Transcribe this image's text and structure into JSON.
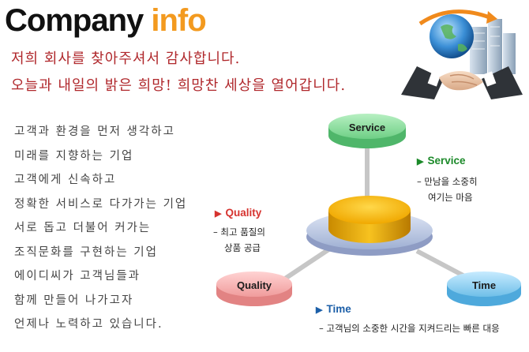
{
  "title": {
    "part1": "Company",
    "part2": "info"
  },
  "greeting": [
    "저희 회사를 찾아주셔서 감사합니다.",
    "오늘과 내일의 밝은 희망! 희망찬 세상을 열어갑니다."
  ],
  "values": [
    "고객과 환경을 먼저 생각하고",
    "미래를 지향하는 기업",
    "고객에게 신속하고",
    "정확한 서비스로 다가가는 기업",
    "서로 돕고 더불어 커가는",
    "조직문화를 구현하는 기업",
    "에이디씨가 고객님들과",
    "함께 만들어 나가고자",
    "언제나 노력하고 있습니다."
  ],
  "diagram": {
    "nodes": {
      "service": "Service",
      "quality": "Quality",
      "time": "Time"
    },
    "labels": {
      "quality": {
        "title": "Quality",
        "desc_line1": "– 최고 품질의",
        "desc_line2": "상품 공급"
      },
      "service": {
        "title": "Service",
        "desc_line1": "– 만남을 소중히",
        "desc_line2": "여기는 마음"
      },
      "time": {
        "title": "Time",
        "desc_line1": "– 고객님의 소중한 시간을 지켜드리는 빠른 대응"
      }
    }
  },
  "colors": {
    "title_dark": "#111111",
    "title_accent": "#f39a1f",
    "greeting": "#b0282c",
    "service": "#7dd896",
    "quality": "#f3a8a8",
    "time": "#7fc9ee",
    "center": "#f2b40c"
  },
  "icons": {
    "handshake": "handshake-globe-icon",
    "arrow": "triangle-right-icon"
  }
}
